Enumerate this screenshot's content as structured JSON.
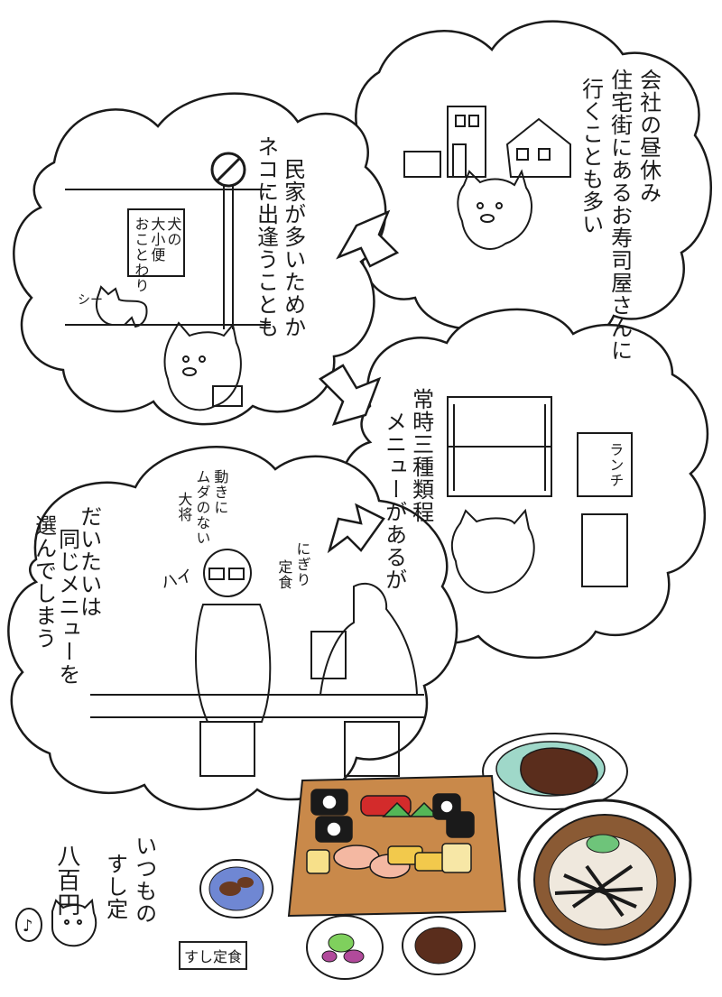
{
  "panel_top_right": {
    "caption": [
      "会社の昼休み",
      "住宅街にあるお寿司屋さんに",
      "行くことも多い"
    ]
  },
  "panel_top_left": {
    "caption": [
      "民家が多いためか",
      "ネコに出逢うことも"
    ],
    "sign": [
      "犬の",
      "大小便",
      "おことわり"
    ],
    "cat_sound": "シー"
  },
  "panel_mid_right": {
    "caption": [
      "常時三種類程",
      "メニューがあるが"
    ],
    "board": "ランチ"
  },
  "panel_bottom_left": {
    "caption": [
      "だいたいは",
      "同じメニューを",
      "選んでしまう"
    ],
    "chef_note": [
      "動きに",
      "ムダのない",
      "大将"
    ],
    "chef_reply": "ハイ",
    "order": [
      "にぎり",
      "定食"
    ]
  },
  "food": {
    "label_lines": [
      "いつもの",
      "すし定"
    ],
    "price": "八百円",
    "dish_label": "すし定食"
  },
  "colors": {
    "ink": "#1a1a1a",
    "tray": "#c9894a",
    "salad": "#9fd8c9",
    "soy": "#5a2d1c"
  }
}
